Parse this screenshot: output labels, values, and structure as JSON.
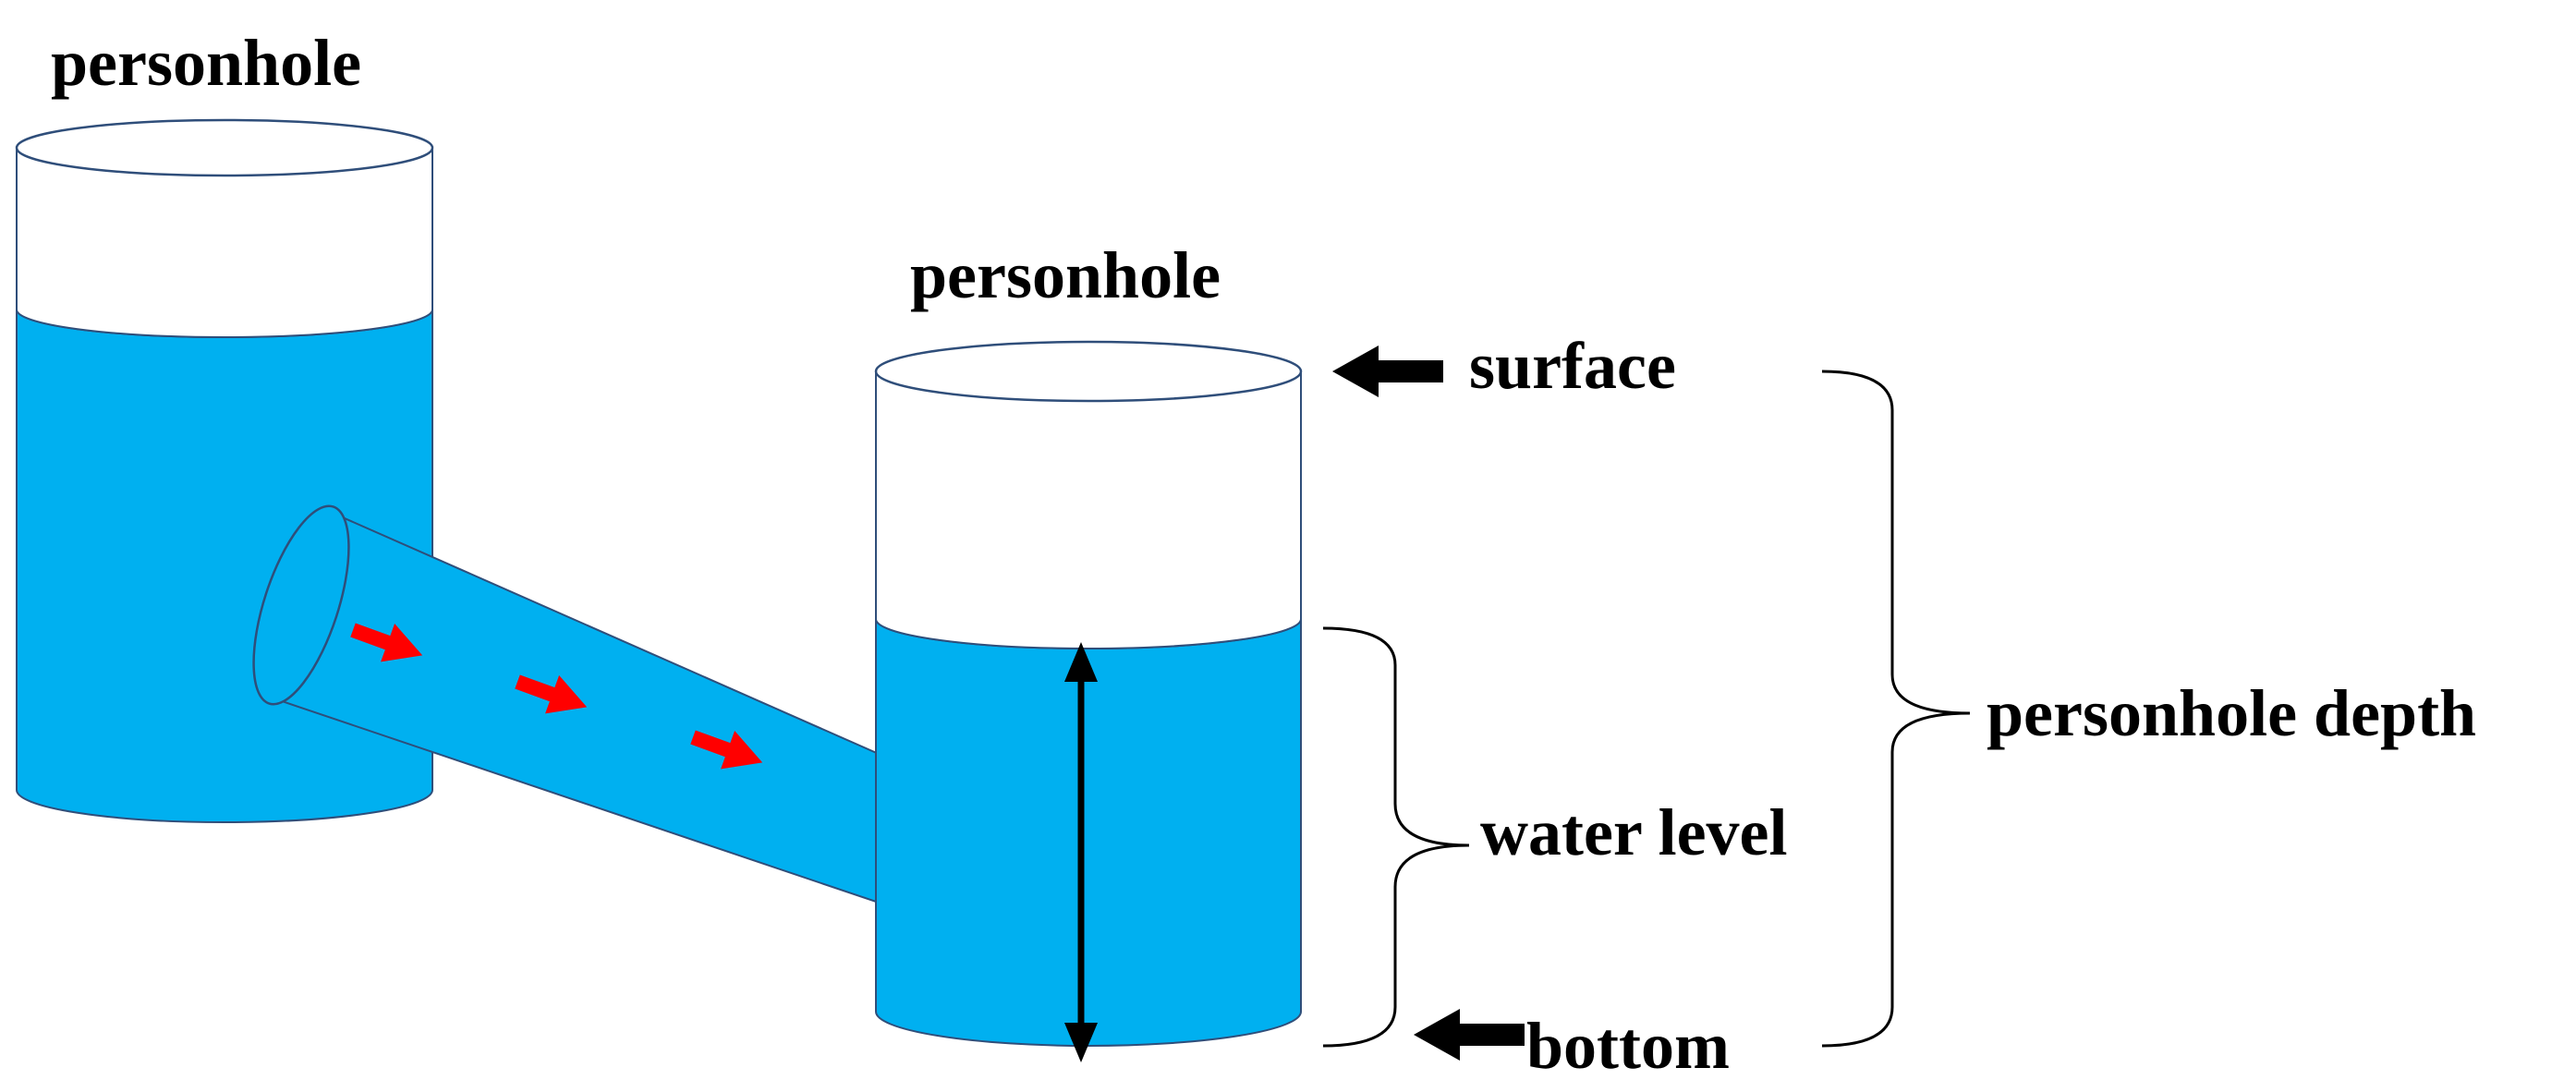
{
  "labels": {
    "left_manhole": "personhole",
    "right_manhole": "personhole",
    "surface": "surface",
    "water_level": "water level",
    "bottom": "bottom",
    "depth": "personhole depth"
  },
  "colors": {
    "water": "#00B0F0",
    "flow_arrow": "#FF0000",
    "outline": "#2F4E7A",
    "text": "#000000",
    "background": "#FFFFFF"
  },
  "icons": {
    "flow": "flow-arrow-icon",
    "pointer": "left-arrow-icon",
    "measure": "double-arrow-icon"
  }
}
